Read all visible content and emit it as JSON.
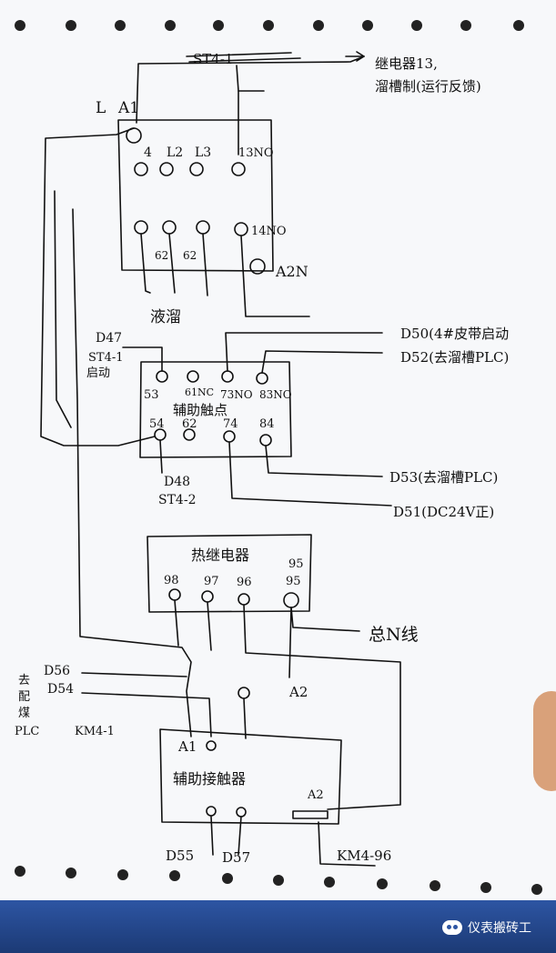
{
  "top": {
    "label_l": "L",
    "label_a1": "A1",
    "crossed_text": "ST4-1",
    "note_line1": "继电器13,",
    "note_line2": "溜槽制(运行反馈)"
  },
  "block1": {
    "terminals_top": [
      "4",
      "L2",
      "L3",
      "13NO"
    ],
    "terminals_bottom": [
      "62",
      "62",
      "14NO"
    ],
    "label_a2n": "A2N",
    "caption": "液溜"
  },
  "block2": {
    "left_label_1": "D47",
    "left_label_2": "ST4-1",
    "left_label_3": "启动",
    "row1": [
      "53",
      "61NC",
      "73NO",
      "83NO"
    ],
    "row2": [
      "54",
      "62",
      "74",
      "84"
    ],
    "title": "辅助触点",
    "bottom_label_1": "D48",
    "bottom_label_2": "ST4-2",
    "right_label_d50": "D50(4#皮带启动",
    "right_label_d52": "D52(去溜槽PLC)",
    "right_label_d53": "D53(去溜槽PLC)",
    "right_label_d51": "D51(DC24V正)"
  },
  "block3": {
    "title": "热继电器",
    "terminal_95": "95",
    "terminals": [
      "98",
      "97",
      "96",
      "95"
    ],
    "total_n": "总N线",
    "a2": "A2"
  },
  "block4": {
    "left_labels": [
      "D56",
      "D54"
    ],
    "side_text": [
      "去",
      "配",
      "煤",
      "PLC"
    ],
    "km": "KM4-1",
    "a1_terminal": "A1",
    "title": "辅助接触器",
    "a2": "A2",
    "bottom_labels": [
      "D55",
      "D57"
    ],
    "km96": "KM4-96"
  },
  "watermark": {
    "icon": "wechat-icon",
    "text": "仪表搬砖工"
  },
  "colors": {
    "paper": "#f7f8fa",
    "ink": "#111111",
    "band": "#2d55a3"
  }
}
